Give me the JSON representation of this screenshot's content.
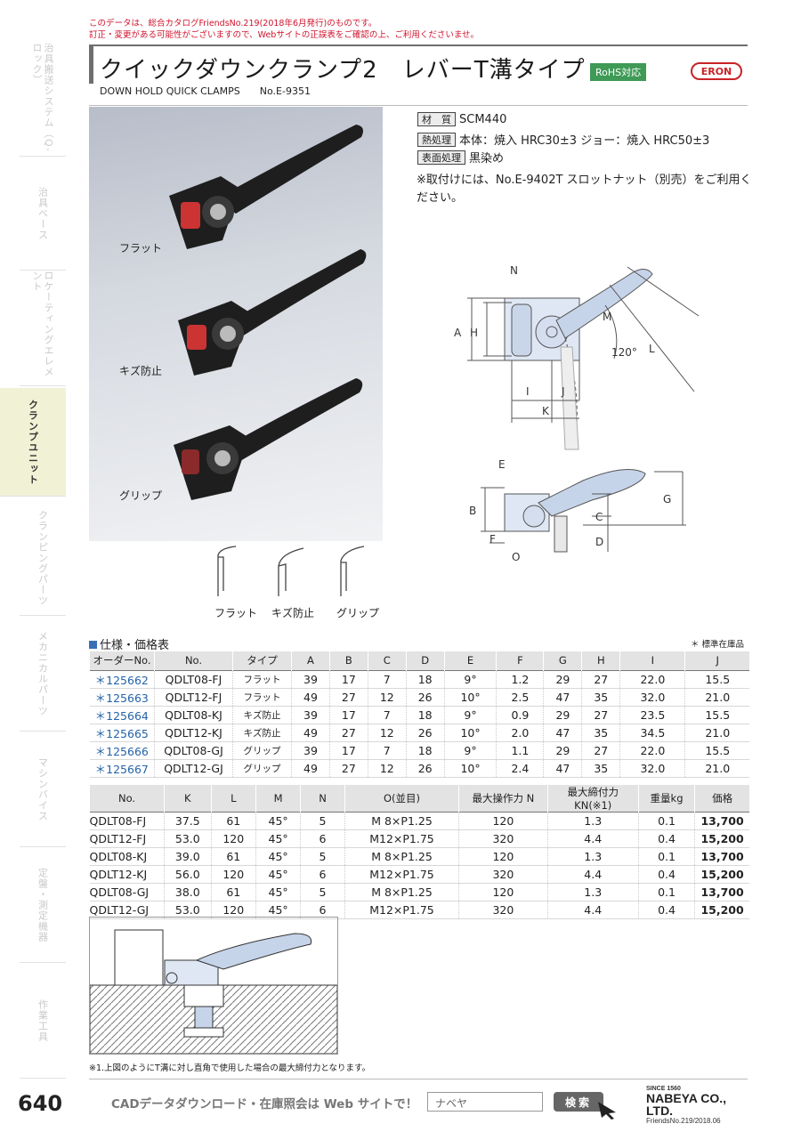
{
  "notice": {
    "line1": "このデータは、総合カタログFriendsNo.219(2018年6月発行)のものです。",
    "line2": "訂正・変更がある可能性がございますので、Webサイトの正誤表をご確認の上、ご利用くださいませ。"
  },
  "sidebar": [
    "治具搬送システム（Q-ロック）",
    "治具ベース",
    "ロケーティングエレメント",
    "クランプユニット",
    "クランピングパーツ",
    "メカニカルパーツ",
    "マシンバイス",
    "定盤・測定機器",
    "作業工具"
  ],
  "title": "クイックダウンクランプ2　レバーT溝タイプ",
  "rohs": "RoHS対応",
  "brand": "ERON",
  "subtitle": "DOWN HOLD QUICK CLAMPS",
  "catalog_no": "No.E-9351",
  "photo_labels": [
    "フラット",
    "キズ防止",
    "グリップ"
  ],
  "tip_labels": [
    "フラット",
    "キズ防止",
    "グリップ"
  ],
  "specs": [
    {
      "tag": "材　質",
      "value": "SCM440"
    },
    {
      "tag": "熱処理",
      "value": "本体：焼入 HRC30±3 ジョー：焼入 HRC50±3"
    },
    {
      "tag": "表面処理",
      "value": "黒染め"
    }
  ],
  "note": "※取付けには、No.E-9402T スロットナット（別売）をご利用ください。",
  "dim_labels": [
    "A",
    "H",
    "N",
    "M",
    "L",
    "120°",
    "I",
    "J",
    "K",
    "E",
    "B",
    "G",
    "C",
    "D",
    "F",
    "O"
  ],
  "section_title": "仕様・価格表",
  "stock_note": "＊ 標準在庫品",
  "table1": {
    "headers": [
      "オーダーNo.",
      "No.",
      "タイプ",
      "A",
      "B",
      "C",
      "D",
      "E",
      "F",
      "G",
      "H",
      "I",
      "J"
    ],
    "rows": [
      [
        "＊125662",
        "QDLT08-FJ",
        "フラット",
        "39",
        "17",
        "7",
        "18",
        "9°",
        "1.2",
        "29",
        "27",
        "22.0",
        "15.5"
      ],
      [
        "＊125663",
        "QDLT12-FJ",
        "フラット",
        "49",
        "27",
        "12",
        "26",
        "10°",
        "2.5",
        "47",
        "35",
        "32.0",
        "21.0"
      ],
      [
        "＊125664",
        "QDLT08-KJ",
        "キズ防止",
        "39",
        "17",
        "7",
        "18",
        "9°",
        "0.9",
        "29",
        "27",
        "23.5",
        "15.5"
      ],
      [
        "＊125665",
        "QDLT12-KJ",
        "キズ防止",
        "49",
        "27",
        "12",
        "26",
        "10°",
        "2.0",
        "47",
        "35",
        "34.5",
        "21.0"
      ],
      [
        "＊125666",
        "QDLT08-GJ",
        "グリップ",
        "39",
        "17",
        "7",
        "18",
        "9°",
        "1.1",
        "29",
        "27",
        "22.0",
        "15.5"
      ],
      [
        "＊125667",
        "QDLT12-GJ",
        "グリップ",
        "49",
        "27",
        "12",
        "26",
        "10°",
        "2.4",
        "47",
        "35",
        "32.0",
        "21.0"
      ]
    ]
  },
  "table2": {
    "headers": [
      "No.",
      "K",
      "L",
      "M",
      "N",
      "O(並目)",
      "最大操作力 N",
      "最大締付力 KN(※1)",
      "重量kg",
      "価格"
    ],
    "rows": [
      [
        "QDLT08-FJ",
        "37.5",
        "61",
        "45°",
        "5",
        "M 8×P1.25",
        "120",
        "1.3",
        "0.1",
        "13,700"
      ],
      [
        "QDLT12-FJ",
        "53.0",
        "120",
        "45°",
        "6",
        "M12×P1.75",
        "320",
        "4.4",
        "0.4",
        "15,200"
      ],
      [
        "QDLT08-KJ",
        "39.0",
        "61",
        "45°",
        "5",
        "M 8×P1.25",
        "120",
        "1.3",
        "0.1",
        "13,700"
      ],
      [
        "QDLT12-KJ",
        "56.0",
        "120",
        "45°",
        "6",
        "M12×P1.75",
        "320",
        "4.4",
        "0.4",
        "15,200"
      ],
      [
        "QDLT08-GJ",
        "38.0",
        "61",
        "45°",
        "5",
        "M 8×P1.25",
        "120",
        "1.3",
        "0.1",
        "13,700"
      ],
      [
        "QDLT12-GJ",
        "53.0",
        "120",
        "45°",
        "6",
        "M12×P1.75",
        "320",
        "4.4",
        "0.4",
        "15,200"
      ]
    ]
  },
  "footnote": "※1.上図のようにT溝に対し直角で使用した場合の最大締付力となります。",
  "page_number": "640",
  "cad_message": "CADデータダウンロード・在庫照会は Web サイトで！",
  "search_value": "ナベヤ",
  "search_button": "検索",
  "footer": {
    "since": "SINCE 1560",
    "company": "NABEYA CO., LTD.",
    "friends": "FriendsNo.219/2018.06"
  }
}
